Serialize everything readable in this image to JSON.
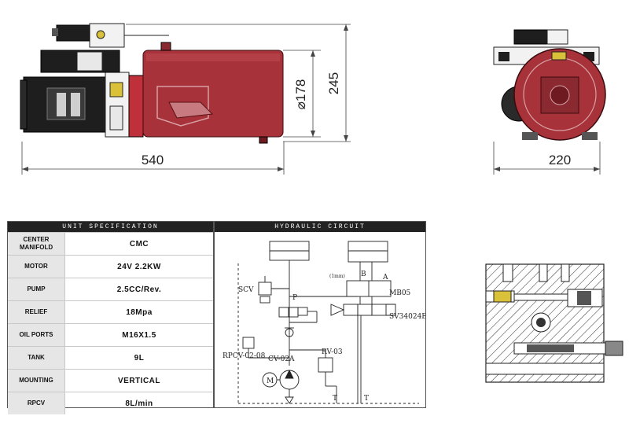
{
  "dimensions": {
    "length": "540",
    "tank_diameter": "⌀178",
    "height": "245",
    "width": "220"
  },
  "spec_table": {
    "title": "UNIT SPECIFICATION",
    "rows": [
      {
        "label": "CENTER MANIFOLD",
        "value": "CMC"
      },
      {
        "label": "MOTOR",
        "value": "24V 2.2KW"
      },
      {
        "label": "PUMP",
        "value": "2.5CC/Rev."
      },
      {
        "label": "RELIEF",
        "value": "18Mpa"
      },
      {
        "label": "OIL PORTS",
        "value": "M16X1.5"
      },
      {
        "label": "TANK",
        "value": "9L"
      },
      {
        "label": "MOUNTING",
        "value": "VERTICAL"
      },
      {
        "label": "RPCV",
        "value": "8L/min"
      }
    ]
  },
  "circuit": {
    "title": "HYDRAULIC CIRCUIT",
    "labels": {
      "scv": "SCV",
      "p": "P",
      "a": "A",
      "b": "B",
      "one_mm": "(1mm)",
      "mb05": "MB05",
      "sv": "SV34024E",
      "rpcv": "RPCV-02-08",
      "cv": "CV-02A",
      "rv": "RV-03",
      "m": "M",
      "t1": "T",
      "t2": "T"
    }
  },
  "colors": {
    "tank_red": "#a8323a",
    "tank_dark": "#6e1a20",
    "motor_black": "#1e1e1e",
    "valve_yellow": "#d9c23a"
  }
}
